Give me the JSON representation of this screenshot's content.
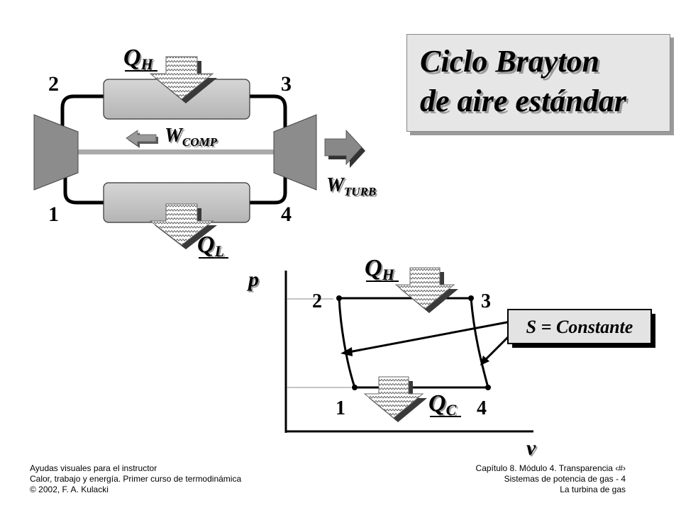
{
  "title": {
    "line1": "Ciclo Brayton",
    "line2": "de aire estándar"
  },
  "schematic": {
    "state_2": "2",
    "state_3": "3",
    "state_1": "1",
    "state_4": "4",
    "qh": {
      "base": "Q",
      "sub": "H"
    },
    "ql": {
      "base": "Q",
      "sub": "L"
    },
    "wcomp": {
      "base": "W",
      "sub": "COMP"
    },
    "wturb": {
      "base": "W",
      "sub": "TURB"
    }
  },
  "pv_diagram": {
    "y_axis_label": "p",
    "x_axis_label": "v",
    "point_2": "2",
    "point_3": "3",
    "point_1": "1",
    "point_4": "4",
    "qh": {
      "base": "Q",
      "sub": "H"
    },
    "qc": {
      "base": "Q",
      "sub": "C"
    },
    "annotation": "S = Constante"
  },
  "footer": {
    "left_line1": "Ayudas visuales para el instructor",
    "left_line2": "Calor, trabajo y energía. Primer curso de termodinámica",
    "left_line3": "© 2002, F. A. Kulacki",
    "right_line1": "Capítulo 8. Módulo 4. Transparencia",
    "right_symbol": "‹#›",
    "right_line2": "Sistemas de potencia de gas - 4",
    "right_line3": "La turbina de gas"
  }
}
